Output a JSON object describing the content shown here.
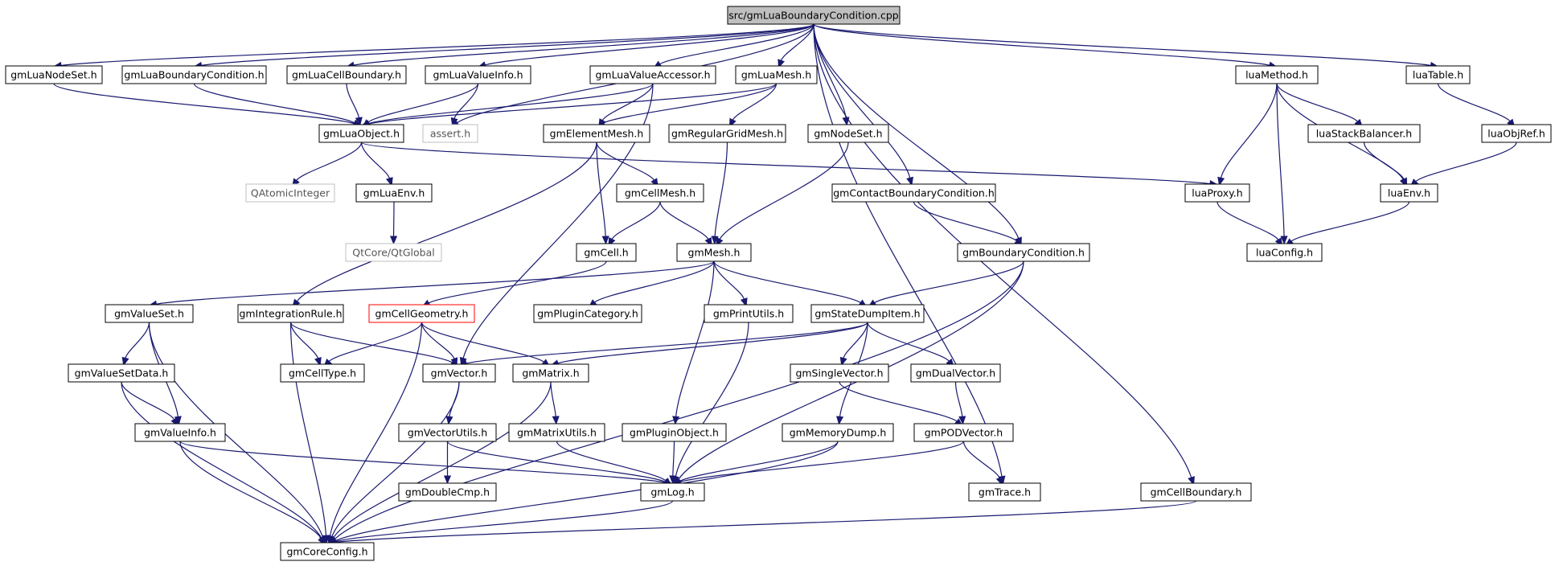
{
  "diagram": {
    "type": "include-dependency-graph",
    "edge_color": "#191970",
    "root_fill": "#bfbfbf",
    "highlight_color": "#ff0000",
    "external_color": "#bfbfbf",
    "nodes": [
      {
        "id": "root",
        "label": "src/gmLuaBoundaryCondition.cpp",
        "style": "root"
      },
      {
        "id": "luaNodeSet",
        "label": "gmLuaNodeSet.h"
      },
      {
        "id": "luaBC",
        "label": "gmLuaBoundaryCondition.h"
      },
      {
        "id": "luaCellBoundary",
        "label": "gmLuaCellBoundary.h"
      },
      {
        "id": "luaValueInfo",
        "label": "gmLuaValueInfo.h"
      },
      {
        "id": "luaValueAccessor",
        "label": "gmLuaValueAccessor.h"
      },
      {
        "id": "luaMesh",
        "label": "gmLuaMesh.h"
      },
      {
        "id": "luaMethod",
        "label": "luaMethod.h"
      },
      {
        "id": "luaTable",
        "label": "luaTable.h"
      },
      {
        "id": "luaObject",
        "label": "gmLuaObject.h"
      },
      {
        "id": "assert",
        "label": "assert.h",
        "style": "gray"
      },
      {
        "id": "elementMesh",
        "label": "gmElementMesh.h"
      },
      {
        "id": "regularGridMesh",
        "label": "gmRegularGridMesh.h"
      },
      {
        "id": "nodeSet",
        "label": "gmNodeSet.h"
      },
      {
        "id": "luaStackBalancer",
        "label": "luaStackBalancer.h"
      },
      {
        "id": "luaObjRef",
        "label": "luaObjRef.h"
      },
      {
        "id": "qAtomic",
        "label": "QAtomicInteger",
        "style": "gray"
      },
      {
        "id": "luaEnvGm",
        "label": "gmLuaEnv.h"
      },
      {
        "id": "cellMesh",
        "label": "gmCellMesh.h"
      },
      {
        "id": "contactBC",
        "label": "gmContactBoundaryCondition.h"
      },
      {
        "id": "luaProxy",
        "label": "luaProxy.h"
      },
      {
        "id": "luaEnv",
        "label": "luaEnv.h"
      },
      {
        "id": "qtGlobal",
        "label": "QtCore/QtGlobal",
        "style": "gray"
      },
      {
        "id": "cell",
        "label": "gmCell.h"
      },
      {
        "id": "mesh",
        "label": "gmMesh.h"
      },
      {
        "id": "bc",
        "label": "gmBoundaryCondition.h"
      },
      {
        "id": "luaConfig",
        "label": "luaConfig.h"
      },
      {
        "id": "valueSet",
        "label": "gmValueSet.h"
      },
      {
        "id": "integrationRule",
        "label": "gmIntegrationRule.h"
      },
      {
        "id": "cellGeometry",
        "label": "gmCellGeometry.h",
        "style": "red"
      },
      {
        "id": "pluginCategory",
        "label": "gmPluginCategory.h"
      },
      {
        "id": "printUtils",
        "label": "gmPrintUtils.h"
      },
      {
        "id": "stateDumpItem",
        "label": "gmStateDumpItem.h"
      },
      {
        "id": "valueSetData",
        "label": "gmValueSetData.h"
      },
      {
        "id": "cellType",
        "label": "gmCellType.h"
      },
      {
        "id": "vector",
        "label": "gmVector.h"
      },
      {
        "id": "matrix",
        "label": "gmMatrix.h"
      },
      {
        "id": "singleVector",
        "label": "gmSingleVector.h"
      },
      {
        "id": "dualVector",
        "label": "gmDualVector.h"
      },
      {
        "id": "valueInfo",
        "label": "gmValueInfo.h"
      },
      {
        "id": "vectorUtils",
        "label": "gmVectorUtils.h"
      },
      {
        "id": "matrixUtils",
        "label": "gmMatrixUtils.h"
      },
      {
        "id": "pluginObject",
        "label": "gmPluginObject.h"
      },
      {
        "id": "memoryDump",
        "label": "gmMemoryDump.h"
      },
      {
        "id": "podVector",
        "label": "gmPODVector.h"
      },
      {
        "id": "doubleCmp",
        "label": "gmDoubleCmp.h"
      },
      {
        "id": "log",
        "label": "gmLog.h"
      },
      {
        "id": "trace",
        "label": "gmTrace.h"
      },
      {
        "id": "cellBoundary",
        "label": "gmCellBoundary.h"
      },
      {
        "id": "coreConfig",
        "label": "gmCoreConfig.h"
      }
    ],
    "edges": [
      [
        "root",
        "luaNodeSet"
      ],
      [
        "root",
        "luaBC"
      ],
      [
        "root",
        "luaCellBoundary"
      ],
      [
        "root",
        "luaValueInfo"
      ],
      [
        "root",
        "luaValueAccessor"
      ],
      [
        "root",
        "luaMesh"
      ],
      [
        "root",
        "luaMethod"
      ],
      [
        "root",
        "luaTable"
      ],
      [
        "root",
        "assert"
      ],
      [
        "root",
        "nodeSet"
      ],
      [
        "root",
        "contactBC"
      ],
      [
        "root",
        "bc"
      ],
      [
        "root",
        "trace"
      ],
      [
        "root",
        "cellBoundary"
      ],
      [
        "luaNodeSet",
        "luaObject"
      ],
      [
        "luaBC",
        "luaObject"
      ],
      [
        "luaCellBoundary",
        "luaObject"
      ],
      [
        "luaValueInfo",
        "luaObject"
      ],
      [
        "luaValueInfo",
        "assert"
      ],
      [
        "luaValueAccessor",
        "luaObject"
      ],
      [
        "luaValueAccessor",
        "elementMesh"
      ],
      [
        "luaValueAccessor",
        "vector"
      ],
      [
        "luaMesh",
        "luaObject"
      ],
      [
        "luaMesh",
        "elementMesh"
      ],
      [
        "luaMesh",
        "regularGridMesh"
      ],
      [
        "luaMethod",
        "luaStackBalancer"
      ],
      [
        "luaMethod",
        "luaProxy"
      ],
      [
        "luaMethod",
        "luaConfig"
      ],
      [
        "luaMethod",
        "luaEnv"
      ],
      [
        "luaTable",
        "luaObjRef"
      ],
      [
        "luaObjRef",
        "luaEnv"
      ],
      [
        "luaStackBalancer",
        "luaEnv"
      ],
      [
        "luaObject",
        "qAtomic"
      ],
      [
        "luaObject",
        "luaEnvGm"
      ],
      [
        "luaObject",
        "luaProxy"
      ],
      [
        "luaEnvGm",
        "qtGlobal"
      ],
      [
        "luaProxy",
        "luaConfig"
      ],
      [
        "luaEnv",
        "luaConfig"
      ],
      [
        "elementMesh",
        "cellMesh"
      ],
      [
        "elementMesh",
        "cell"
      ],
      [
        "elementMesh",
        "integrationRule"
      ],
      [
        "regularGridMesh",
        "mesh"
      ],
      [
        "nodeSet",
        "mesh"
      ],
      [
        "cellMesh",
        "cell"
      ],
      [
        "cellMesh",
        "mesh"
      ],
      [
        "contactBC",
        "bc"
      ],
      [
        "bc",
        "stateDumpItem"
      ],
      [
        "bc",
        "log"
      ],
      [
        "bc",
        "coreConfig"
      ],
      [
        "cell",
        "cellGeometry"
      ],
      [
        "mesh",
        "valueSet"
      ],
      [
        "mesh",
        "pluginCategory"
      ],
      [
        "mesh",
        "printUtils"
      ],
      [
        "mesh",
        "stateDumpItem"
      ],
      [
        "mesh",
        "pluginObject"
      ],
      [
        "valueSet",
        "valueSetData"
      ],
      [
        "valueSet",
        "valueInfo"
      ],
      [
        "valueSet",
        "coreConfig"
      ],
      [
        "integrationRule",
        "cellType"
      ],
      [
        "integrationRule",
        "vector"
      ],
      [
        "integrationRule",
        "coreConfig"
      ],
      [
        "cellGeometry",
        "cellType"
      ],
      [
        "cellGeometry",
        "vector"
      ],
      [
        "cellGeometry",
        "matrix"
      ],
      [
        "cellGeometry",
        "coreConfig"
      ],
      [
        "printUtils",
        "log"
      ],
      [
        "stateDumpItem",
        "vector"
      ],
      [
        "stateDumpItem",
        "matrix"
      ],
      [
        "stateDumpItem",
        "singleVector"
      ],
      [
        "stateDumpItem",
        "dualVector"
      ],
      [
        "stateDumpItem",
        "memoryDump"
      ],
      [
        "valueSetData",
        "valueInfo"
      ],
      [
        "valueSetData",
        "coreConfig"
      ],
      [
        "vector",
        "vectorUtils"
      ],
      [
        "vector",
        "coreConfig"
      ],
      [
        "matrix",
        "matrixUtils"
      ],
      [
        "matrix",
        "coreConfig"
      ],
      [
        "singleVector",
        "podVector"
      ],
      [
        "dualVector",
        "podVector"
      ],
      [
        "valueInfo",
        "log"
      ],
      [
        "valueInfo",
        "coreConfig"
      ],
      [
        "vectorUtils",
        "doubleCmp"
      ],
      [
        "vectorUtils",
        "log"
      ],
      [
        "matrixUtils",
        "log"
      ],
      [
        "pluginObject",
        "log"
      ],
      [
        "memoryDump",
        "log"
      ],
      [
        "memoryDump",
        "coreConfig"
      ],
      [
        "podVector",
        "log"
      ],
      [
        "podVector",
        "trace"
      ],
      [
        "log",
        "coreConfig"
      ],
      [
        "cellBoundary",
        "coreConfig"
      ]
    ]
  }
}
